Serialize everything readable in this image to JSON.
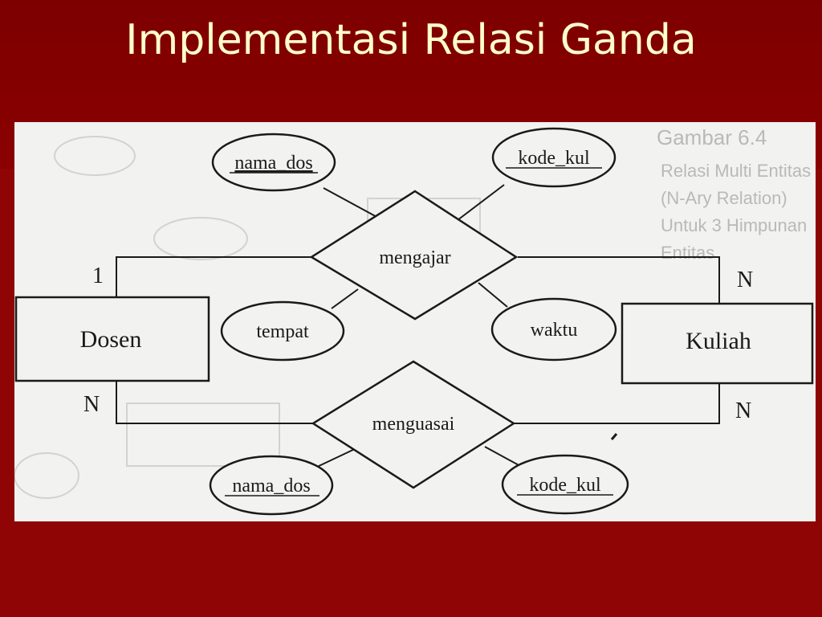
{
  "slide": {
    "title": "Implementasi Relasi Ganda"
  },
  "diagram": {
    "entities": {
      "dosen": "Dosen",
      "kuliah": "Kuliah"
    },
    "relationships": {
      "top": "mengajar",
      "bottom": "menguasai"
    },
    "attributes": {
      "top_left": "nama_dos",
      "top_right": "kode_kul",
      "mid_left": "tempat",
      "mid_right": "waktu",
      "bottom_left": "nama_dos",
      "bottom_right": "kode_kul"
    },
    "cardinality": {
      "dosen_top": "1",
      "dosen_bottom": "N",
      "kuliah_top": "N",
      "kuliah_bottom": "N"
    },
    "background_text": {
      "line1": "Gambar 6.4",
      "line2": "Relasi Multi Entitas",
      "line3": "(N-Ary Relation)",
      "line4": "Untuk 3 Himpunan",
      "line5": "Entitas"
    }
  },
  "colors": {
    "slide_background": "#8b0000",
    "title": "#ffffcc",
    "diagram_background": "#f2f2f0",
    "ink": "#1a1a1a"
  }
}
